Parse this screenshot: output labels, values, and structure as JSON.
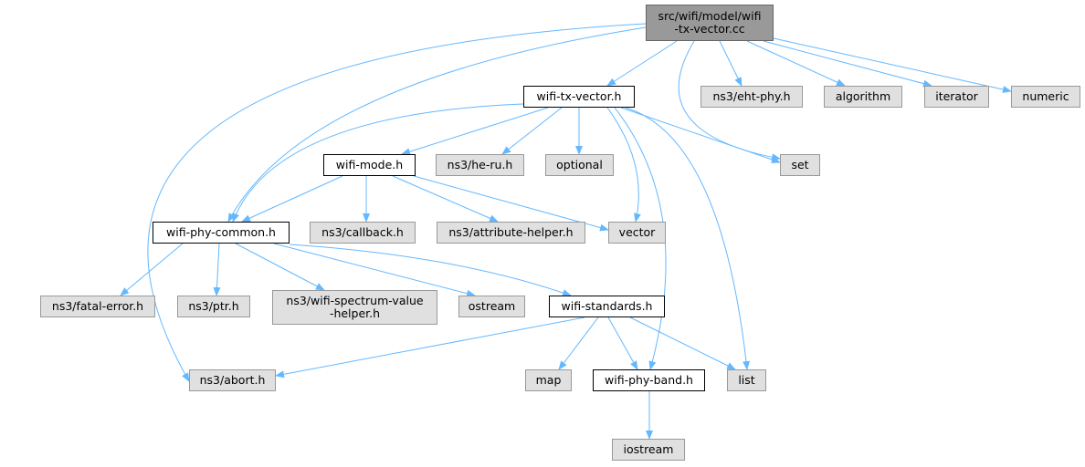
{
  "colors": {
    "edge": "#63b8ff",
    "source_fill": "#999999",
    "header_fill": "#ffffff",
    "system_fill": "#e0e0e0"
  },
  "nodes": [
    {
      "id": "root",
      "label": "src/wifi/model/wifi\n-tx-vector.cc",
      "kind": "source"
    },
    {
      "id": "txv",
      "label": "wifi-tx-vector.h",
      "kind": "header"
    },
    {
      "id": "eht",
      "label": "ns3/eht-phy.h",
      "kind": "system"
    },
    {
      "id": "algorithm",
      "label": "algorithm",
      "kind": "system"
    },
    {
      "id": "iterator",
      "label": "iterator",
      "kind": "system"
    },
    {
      "id": "numeric",
      "label": "numeric",
      "kind": "system"
    },
    {
      "id": "mode",
      "label": "wifi-mode.h",
      "kind": "header"
    },
    {
      "id": "heru",
      "label": "ns3/he-ru.h",
      "kind": "system"
    },
    {
      "id": "optional",
      "label": "optional",
      "kind": "system"
    },
    {
      "id": "set",
      "label": "set",
      "kind": "system"
    },
    {
      "id": "phycommon",
      "label": "wifi-phy-common.h",
      "kind": "header"
    },
    {
      "id": "callback",
      "label": "ns3/callback.h",
      "kind": "system"
    },
    {
      "id": "attrhelper",
      "label": "ns3/attribute-helper.h",
      "kind": "system"
    },
    {
      "id": "vector",
      "label": "vector",
      "kind": "system"
    },
    {
      "id": "fatal",
      "label": "ns3/fatal-error.h",
      "kind": "system"
    },
    {
      "id": "ptr",
      "label": "ns3/ptr.h",
      "kind": "system"
    },
    {
      "id": "spectrum",
      "label": "ns3/wifi-spectrum-value\n-helper.h",
      "kind": "system"
    },
    {
      "id": "ostream",
      "label": "ostream",
      "kind": "system"
    },
    {
      "id": "standards",
      "label": "wifi-standards.h",
      "kind": "header"
    },
    {
      "id": "abort",
      "label": "ns3/abort.h",
      "kind": "system"
    },
    {
      "id": "map",
      "label": "map",
      "kind": "system"
    },
    {
      "id": "band",
      "label": "wifi-phy-band.h",
      "kind": "header"
    },
    {
      "id": "list",
      "label": "list",
      "kind": "system"
    },
    {
      "id": "iostream",
      "label": "iostream",
      "kind": "system"
    }
  ],
  "edges": [
    [
      "root",
      "txv"
    ],
    [
      "root",
      "eht"
    ],
    [
      "root",
      "algorithm"
    ],
    [
      "root",
      "iterator"
    ],
    [
      "root",
      "numeric"
    ],
    [
      "root",
      "set"
    ],
    [
      "root",
      "phycommon"
    ],
    [
      "root",
      "abort"
    ],
    [
      "txv",
      "mode"
    ],
    [
      "txv",
      "heru"
    ],
    [
      "txv",
      "optional"
    ],
    [
      "txv",
      "set"
    ],
    [
      "txv",
      "phycommon"
    ],
    [
      "txv",
      "vector"
    ],
    [
      "txv",
      "band"
    ],
    [
      "txv",
      "list"
    ],
    [
      "mode",
      "phycommon"
    ],
    [
      "mode",
      "callback"
    ],
    [
      "mode",
      "attrhelper"
    ],
    [
      "mode",
      "vector"
    ],
    [
      "phycommon",
      "fatal"
    ],
    [
      "phycommon",
      "ptr"
    ],
    [
      "phycommon",
      "spectrum"
    ],
    [
      "phycommon",
      "ostream"
    ],
    [
      "phycommon",
      "standards"
    ],
    [
      "standards",
      "abort"
    ],
    [
      "standards",
      "map"
    ],
    [
      "standards",
      "band"
    ],
    [
      "standards",
      "list"
    ],
    [
      "band",
      "iostream"
    ]
  ]
}
